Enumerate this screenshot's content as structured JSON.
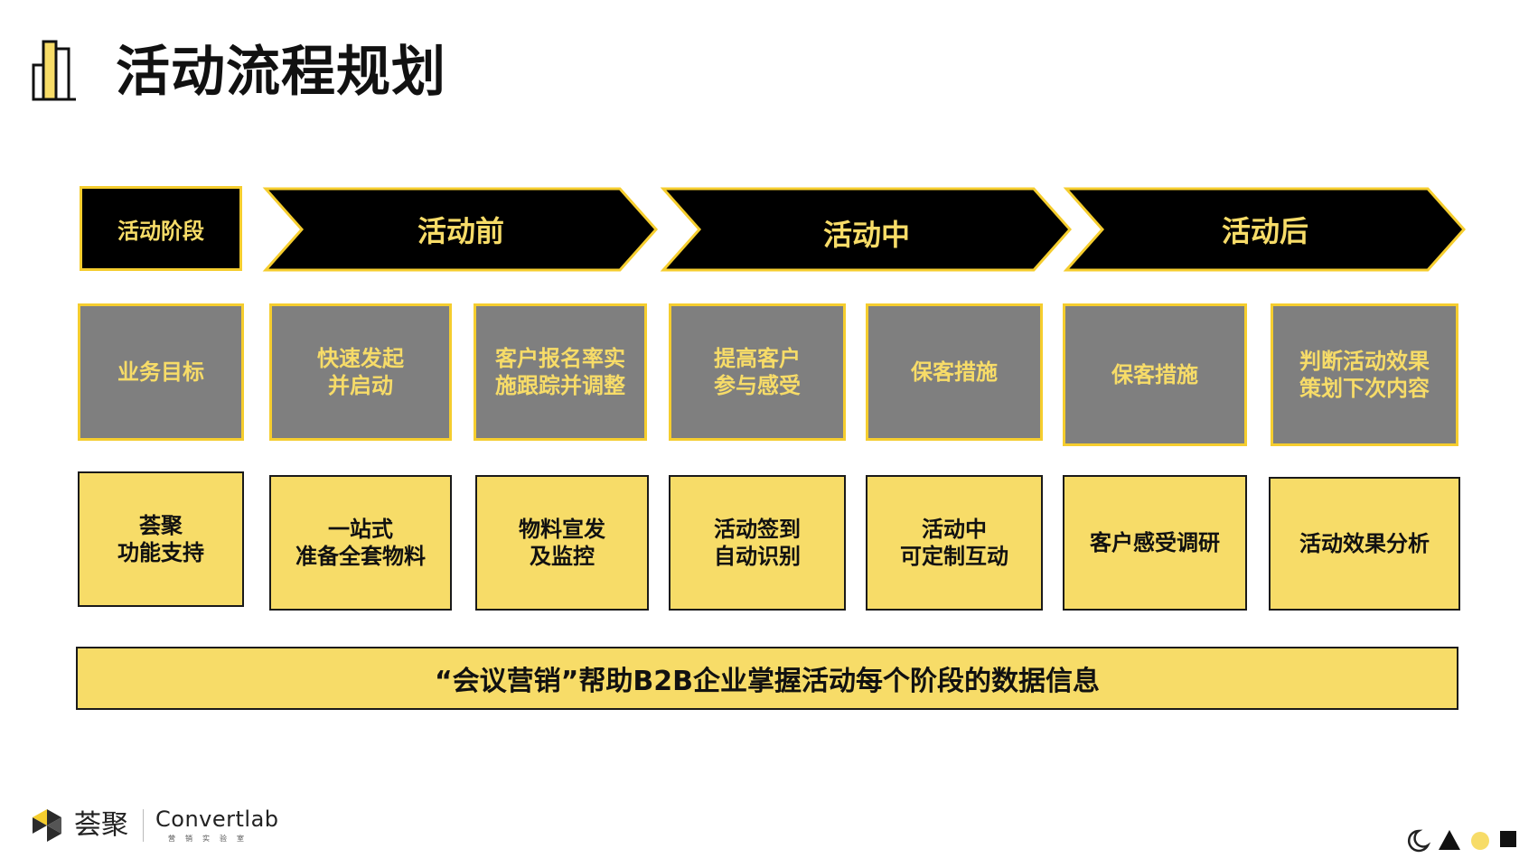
{
  "header": {
    "title": "活动流程规划",
    "icon": "bar-chart-icon"
  },
  "stages": {
    "label": "活动阶段",
    "items": [
      {
        "label": "活动前"
      },
      {
        "label": "活动中"
      },
      {
        "label": "活动后"
      }
    ]
  },
  "goals": [
    {
      "text": "业务目标"
    },
    {
      "text": "快速发起\n并启动"
    },
    {
      "text": "客户报名率实\n施跟踪并调整"
    },
    {
      "text": "提高客户\n参与感受"
    },
    {
      "text": "保客措施"
    },
    {
      "text": "保客措施"
    },
    {
      "text": "判断活动效果\n策划下次内容"
    }
  ],
  "supports": [
    {
      "text": "荟聚\n功能支持"
    },
    {
      "text": "一站式\n准备全套物料"
    },
    {
      "text": "物料宣发\n及监控"
    },
    {
      "text": "活动签到\n自动识别"
    },
    {
      "text": "活动中\n可定制互动"
    },
    {
      "text": "客户感受调研"
    },
    {
      "text": "活动效果分析"
    }
  ],
  "summary": "“会议营销”帮助B2B企业掌握活动每个阶段的数据信息",
  "footer": {
    "brand": "荟聚",
    "partner": "Convertlab",
    "partner_tagline": "营销实验室",
    "brand_icon": "huiju-logo-icon",
    "deco_icons": [
      "moon-icon",
      "triangle-icon",
      "circle-icon",
      "square-icon"
    ]
  },
  "colors": {
    "accent_yellow": "#f7dc68",
    "border_yellow": "#f5cd2e",
    "dark": "#000000",
    "gray": "#7f7f7f"
  }
}
